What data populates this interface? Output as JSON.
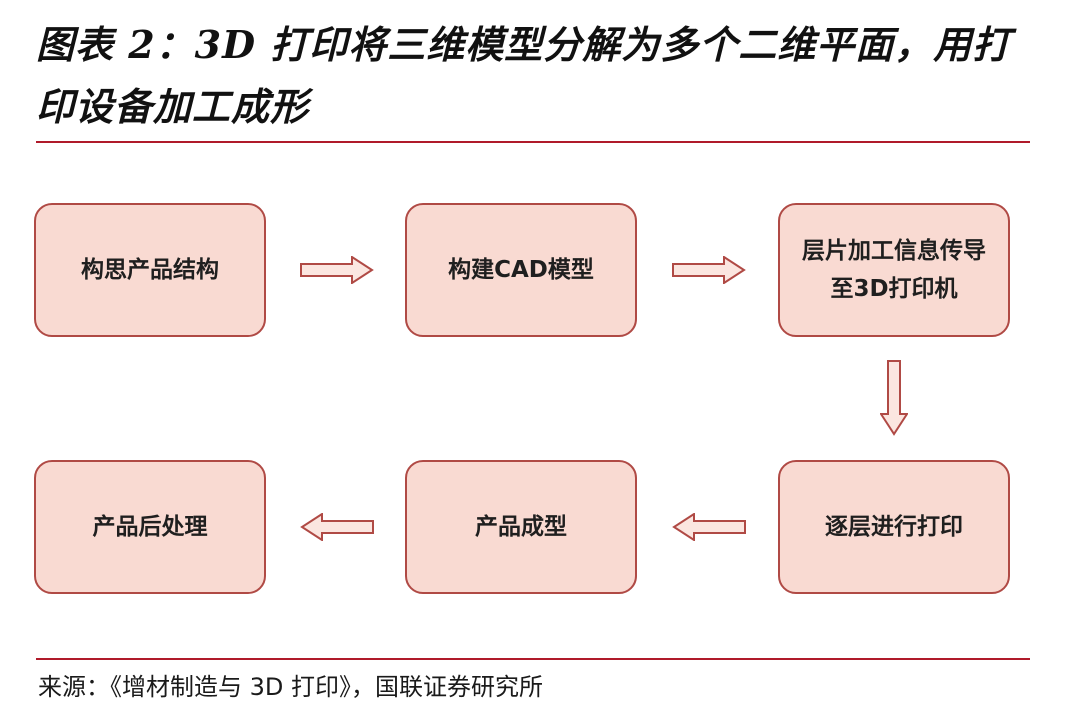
{
  "title": "图表 2：3D 打印将三维模型分解为多个二维平面，用打印设备加工成形",
  "steps": {
    "s1": "构思产品结构",
    "s2": "构建CAD模型",
    "s3": "层片加工信息传导至3D打印机",
    "s4": "逐层进行打印",
    "s5": "产品成型",
    "s6": "产品后处理"
  },
  "source": "来源：《增材制造与 3D 打印》，国联证券研究所",
  "colors": {
    "accent_rule": "#b01a2a",
    "box_fill": "#f9dad2",
    "box_border": "#b04a45"
  },
  "icons": {
    "right_arrow": "hollow-right-arrow",
    "down_arrow": "hollow-down-arrow",
    "left_arrow": "hollow-left-arrow"
  }
}
